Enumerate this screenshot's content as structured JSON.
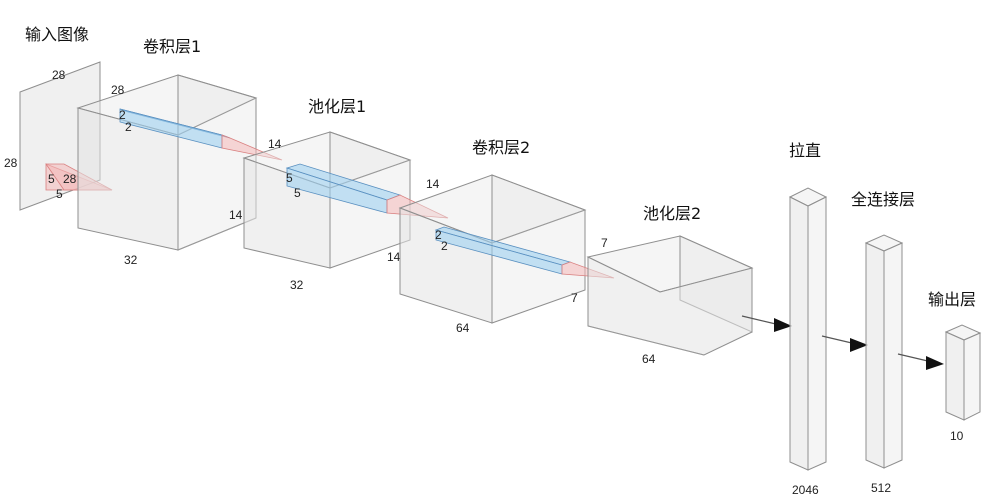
{
  "layers": {
    "input": {
      "title": "输入图像",
      "w": "28",
      "h": "28"
    },
    "conv1": {
      "title": "卷积层1",
      "top": "28",
      "depth": "32",
      "side": "14"
    },
    "pool1": {
      "title": "池化层1",
      "top": "14",
      "depth": "32",
      "side": "14"
    },
    "conv2": {
      "title": "卷积层2",
      "top": "14",
      "depth": "64",
      "side": "7"
    },
    "pool2": {
      "title": "池化层2",
      "top": "7",
      "depth": "64"
    },
    "flatten": {
      "title": "拉直",
      "size": "2046"
    },
    "fc": {
      "title": "全连接层",
      "size": "512"
    },
    "output": {
      "title": "输出层",
      "size": "10"
    }
  },
  "kernels": {
    "k_in": {
      "a": "5",
      "b": "28",
      "c": "5"
    },
    "k_c1": {
      "a": "2",
      "b": "2"
    },
    "k_p1": {
      "a": "5",
      "b": "5"
    },
    "k_c2": {
      "a": "2",
      "b": "2"
    }
  }
}
